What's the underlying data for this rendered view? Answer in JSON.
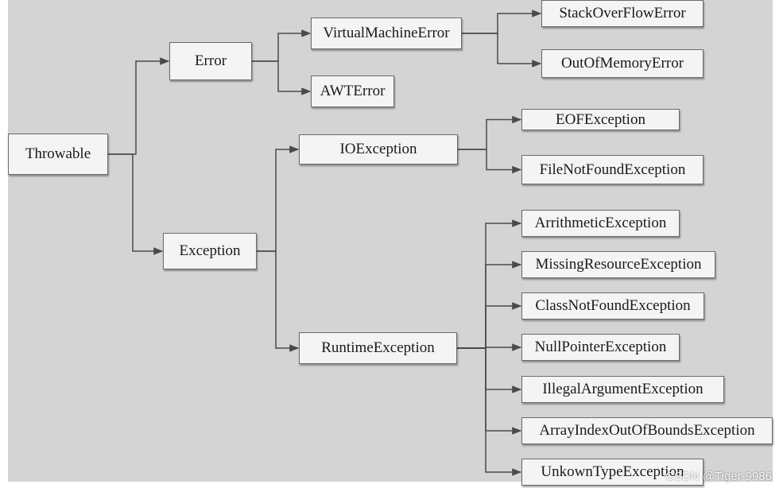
{
  "colors": {
    "background": "#d4d4d4",
    "node_fill": "#f4f4f4",
    "node_border": "#6a6a6a",
    "edge": "#4a4a4a"
  },
  "nodes": {
    "throwable": "Throwable",
    "error": "Error",
    "exception": "Exception",
    "virtual_machine_error": "VirtualMachineError",
    "awt_error": "AWTError",
    "stack_overflow_error": "StackOverFlowError",
    "out_of_memory_error": "OutOfMemoryError",
    "io_exception": "IOException",
    "runtime_exception": "RuntimeException",
    "eof_exception": "EOFException",
    "file_not_found_exception": "FileNotFoundException",
    "arithmetic_exception": "ArrithmeticException",
    "missing_resource_exception": "MissingResourceException",
    "class_not_found_exception": "ClassNotFoundException",
    "null_pointer_exception": "NullPointerException",
    "illegal_argument_exception": "IllegalArgumentException",
    "array_index_out_of_bounds_exception": "ArrayIndexOutOfBoundsException",
    "unknown_type_exception": "UnkownTypeException"
  },
  "edges": [
    [
      "throwable",
      "error"
    ],
    [
      "throwable",
      "exception"
    ],
    [
      "error",
      "virtual_machine_error"
    ],
    [
      "error",
      "awt_error"
    ],
    [
      "virtual_machine_error",
      "stack_overflow_error"
    ],
    [
      "virtual_machine_error",
      "out_of_memory_error"
    ],
    [
      "exception",
      "io_exception"
    ],
    [
      "exception",
      "runtime_exception"
    ],
    [
      "io_exception",
      "eof_exception"
    ],
    [
      "io_exception",
      "file_not_found_exception"
    ],
    [
      "runtime_exception",
      "arithmetic_exception"
    ],
    [
      "runtime_exception",
      "missing_resource_exception"
    ],
    [
      "runtime_exception",
      "class_not_found_exception"
    ],
    [
      "runtime_exception",
      "null_pointer_exception"
    ],
    [
      "runtime_exception",
      "illegal_argument_exception"
    ],
    [
      "runtime_exception",
      "array_index_out_of_bounds_exception"
    ],
    [
      "runtime_exception",
      "unknown_type_exception"
    ]
  ],
  "watermark": "CSDN @Tiger-9986"
}
